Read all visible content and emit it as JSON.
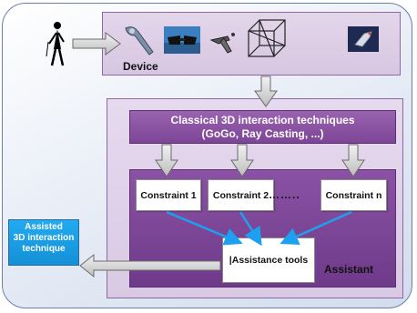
{
  "device": {
    "label": "Device",
    "items": [
      "user-figure-icon",
      "wand-controller-icon",
      "stereo-glasses-icon",
      "handheld-tracker-icon",
      "wireframe-cube-icon",
      "data-glove-icon"
    ]
  },
  "classical": {
    "line1": "Classical 3D interaction techniques",
    "line2": "(GoGo, Ray Casting, ...)"
  },
  "constraints": [
    "Constraint 1",
    "Constraint 2",
    "Constraint n"
  ],
  "ellipsis": "……..",
  "assistance_tools": "|Assistance tools",
  "assistant_label": "Assistant",
  "result": {
    "line1": "Assisted",
    "line2": "3D interaction",
    "line3": "technique"
  },
  "colors": {
    "purple_dark": "#7d4596",
    "purple_light": "#ddcfe7",
    "arrow_blue": "#1ea0f0",
    "result_blue": "#1a9ae6",
    "frame_border": "#6a7fae"
  }
}
